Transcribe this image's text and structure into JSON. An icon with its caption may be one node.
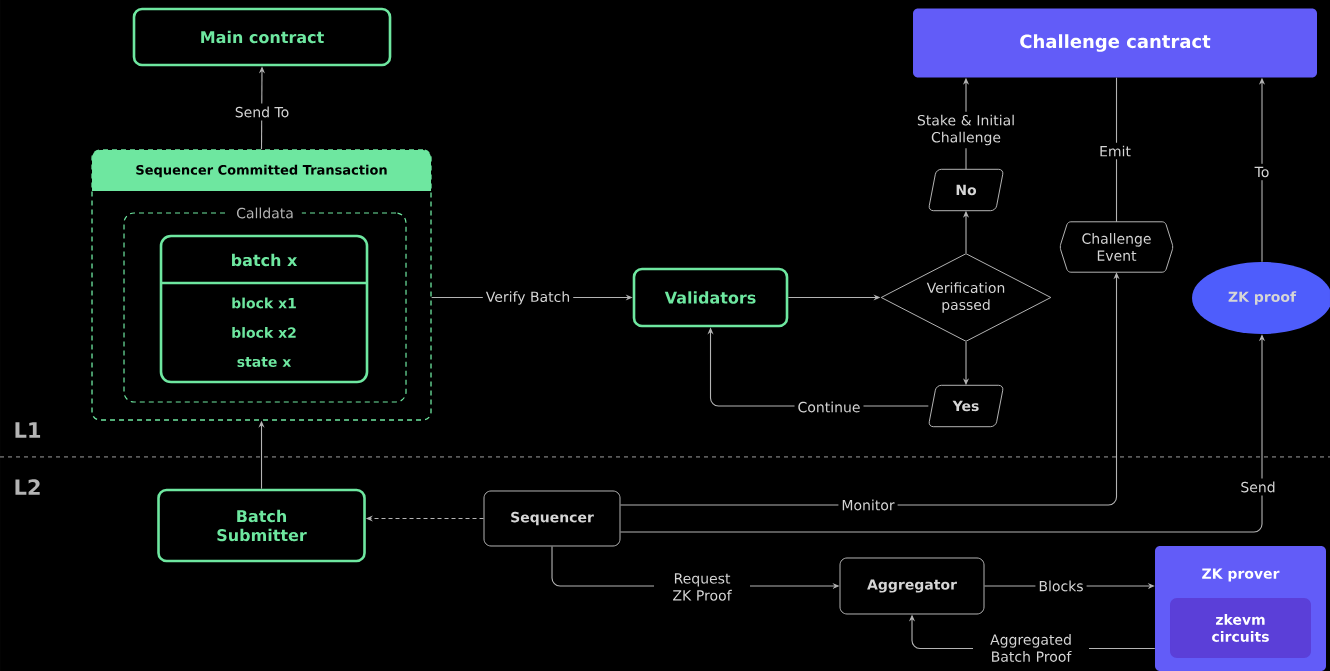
{
  "diagram": {
    "nodes": [
      {
        "text": [
          "Main contract"
        ]
      },
      {
        "text": [
          "Sequencer Committed Transaction"
        ]
      },
      {
        "text": [
          "Calldata"
        ],
        "in": 1
      },
      {
        "text": [
          "batch x",
          "block x1",
          "block x2",
          "state x"
        ],
        "in": 2
      },
      {
        "text": [
          "Validators"
        ]
      },
      {
        "text": [
          "Verification passed"
        ]
      },
      {
        "text": [
          "No"
        ]
      },
      {
        "text": [
          "Yes"
        ]
      },
      {
        "text": [
          "Challenge cantract"
        ]
      },
      {
        "text": [
          "Challenge Event"
        ]
      },
      {
        "text": [
          "ZK proof"
        ]
      },
      {
        "text": [
          "Batch Submitter"
        ]
      },
      {
        "text": [
          "Sequencer"
        ]
      },
      {
        "text": [
          "Aggregator"
        ]
      },
      {
        "text": [
          "ZK prover"
        ]
      },
      {
        "text": [
          "zkevm circuits"
        ],
        "in": 14
      }
    ],
    "edges": [
      {
        "from": 1,
        "to": 0,
        "arrow": "to",
        "label": "Send To"
      },
      {
        "from": 1,
        "to": 4,
        "arrow": "to",
        "label": "Verify Batch"
      },
      {
        "from": 4,
        "to": 5,
        "arrow": "to"
      },
      {
        "from": 5,
        "to": 6,
        "arrow": "to"
      },
      {
        "from": 6,
        "to": 8,
        "arrow": "to",
        "label": "Stake & Initial Challenge"
      },
      {
        "from": 5,
        "to": 7,
        "arrow": "to"
      },
      {
        "from": 7,
        "to": 4,
        "arrow": "to",
        "label": "Continue"
      },
      {
        "from": 9,
        "to": 8,
        "arrow": "none",
        "label": "Emit"
      },
      {
        "from": 10,
        "to": 8,
        "arrow": "to",
        "label": "To"
      },
      {
        "from": 11,
        "to": 1,
        "arrow": "to"
      },
      {
        "from": 12,
        "to": 11,
        "arrow": "to",
        "style": "dashed"
      },
      {
        "from": 12,
        "to": 9,
        "arrow": "to",
        "label": "Monitor"
      },
      {
        "from": 12,
        "to": 10,
        "arrow": "to",
        "label": "Send"
      },
      {
        "from": 12,
        "to": 13,
        "arrow": "to",
        "label": "Request ZK Proof"
      },
      {
        "from": 13,
        "to": 14,
        "arrow": "to",
        "label": "Blocks"
      },
      {
        "from": 14,
        "to": 13,
        "arrow": "to",
        "label": "Aggregated Batch Proof"
      }
    ],
    "labels": [
      "L1",
      "L2"
    ]
  }
}
